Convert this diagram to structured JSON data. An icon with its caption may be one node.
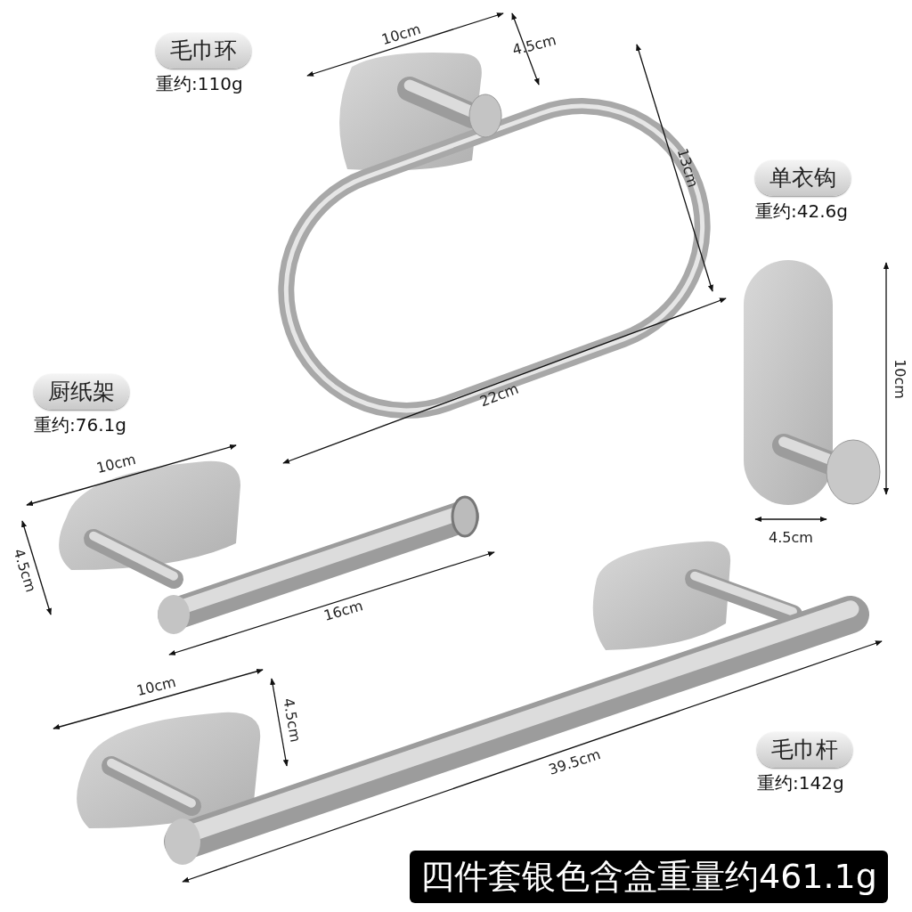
{
  "diagram": {
    "nodes": [
      {
        "text": [
          "毛巾环"
        ],
        "beside": [
          "重约:110g"
        ]
      },
      {
        "text": [
          "单衣钩"
        ],
        "beside": [
          "重约:42.6g"
        ]
      },
      {
        "text": [
          "厨纸架"
        ],
        "beside": [
          "重约:76.1g"
        ]
      },
      {
        "text": [
          "毛巾杆"
        ],
        "beside": [
          "重约:142g"
        ]
      },
      {
        "text": [
          "四件套银色含盒重量约461.1g"
        ]
      }
    ],
    "labels": [
      "10cm",
      "4.5cm",
      "13cm",
      "22cm",
      "10cm",
      "10cm",
      "4.5cm",
      "4.5cm",
      "16cm",
      "10cm",
      "4.5cm",
      "39.5cm"
    ]
  }
}
